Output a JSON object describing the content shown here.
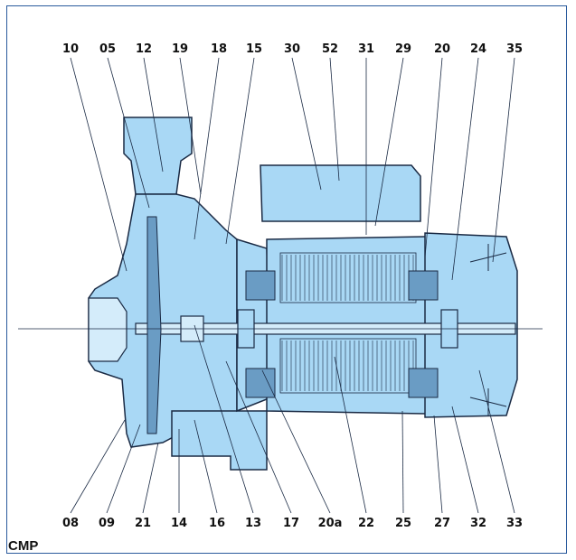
{
  "caption": "CMP",
  "labels_top": [
    "10",
    "05",
    "12",
    "19",
    "18",
    "15",
    "30",
    "52",
    "31",
    "29",
    "20",
    "24",
    "35"
  ],
  "labels_bottom": [
    "08",
    "09",
    "21",
    "14",
    "16",
    "13",
    "17",
    "20a",
    "22",
    "25",
    "27",
    "32",
    "33"
  ],
  "colors": {
    "fill": "#a9d8f5",
    "stroke": "#1a2a44",
    "frame": "#2a5a9c"
  }
}
